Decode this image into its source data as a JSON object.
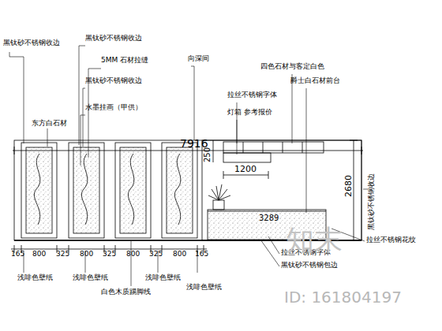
{
  "diagram": {
    "labels": [
      "黑钛砂不锈钢收边",
      "黑钛砂不锈钢收边",
      "5MM 石材拉缝",
      "黑钛砂不锈钢收边",
      "东方白石材",
      "水墨挂画（甲供）",
      "7916",
      "向深间",
      "四色石材与客定白色",
      "爵士白石材前台",
      "拉丝不锈钢字体",
      "灯箱 参考报价",
      "250",
      "1200",
      "3289",
      "2680",
      "黑钛砂不锈钢收边",
      "拉丝不锈钢花纹",
      "拉丝不锈钢字体",
      "黑钛砂不锈钢包边",
      "165",
      "800",
      "325",
      "800",
      "325",
      "800",
      "325",
      "800",
      "165",
      "浅啡色壁纸",
      "浅啡色壁纸",
      "浅啡色壁纸",
      "浅啡色壁纸",
      "白色木质踢脚线",
      "知末",
      "ID: 161804197"
    ]
  }
}
